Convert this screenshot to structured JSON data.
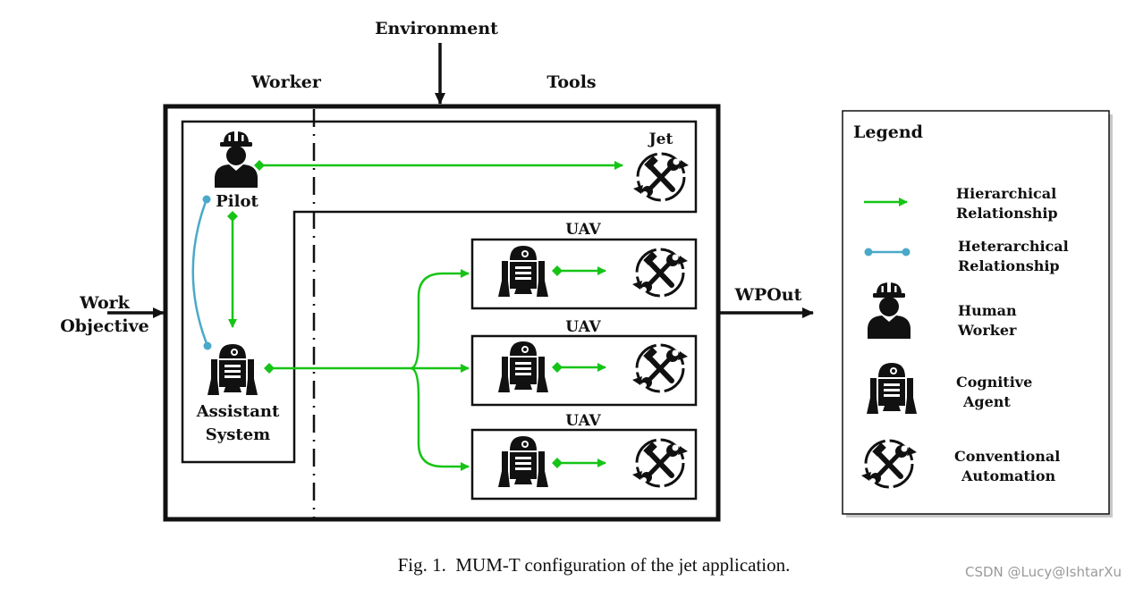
{
  "labels": {
    "environment": "Environment",
    "worker": "Worker",
    "tools": "Tools",
    "work": "Work",
    "objective": "Objective",
    "wpout": "WPOut",
    "pilot": "Pilot",
    "assistant_line1": "Assistant",
    "assistant_line2": "System",
    "jet": "Jet",
    "uav1": "UAV",
    "uav2": "UAV",
    "uav3": "UAV"
  },
  "legend": {
    "title": "Legend",
    "hierarchical_1": "Hierarchical",
    "hierarchical_2": "Relationship",
    "heterarchical_1": "Heterarchical",
    "heterarchical_2": "Relationship",
    "human_1": "Human",
    "human_2": "Worker",
    "cognitive_1": "Cognitive",
    "cognitive_2": "Agent",
    "conventional_1": "Conventional",
    "conventional_2": "Automation"
  },
  "caption": "Fig. 1.  MUM-T configuration of the jet application.",
  "watermark": "CSDN @Lucy@IshtarXu",
  "colors": {
    "hierarchical": "#16c416",
    "heterarchical": "#4aa9c9",
    "ink": "#111111"
  },
  "icons": {
    "human_worker": "hard-hat-worker-icon",
    "cognitive_agent": "robot-icon",
    "conventional_automation": "tools-cycle-icon"
  }
}
